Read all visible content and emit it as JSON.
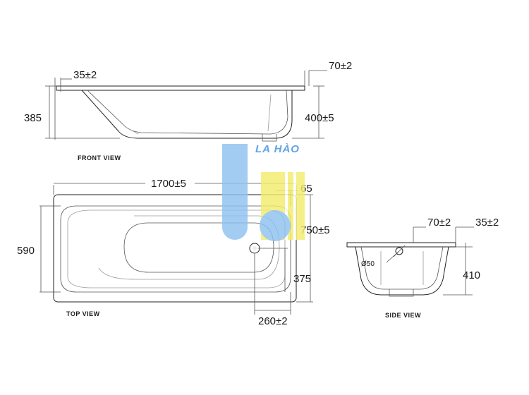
{
  "watermark": {
    "text": "LA HÀO",
    "blue": "#8ec1f0",
    "yellow": "#f3ec6e"
  },
  "front_view": {
    "caption": "FRONT VIEW",
    "rim": "35±2",
    "overflow": "70±2",
    "height_outer": "385",
    "height_total": "400±5"
  },
  "top_view": {
    "caption": "TOP VIEW",
    "length": "1700±5",
    "rim": "65",
    "width": "590",
    "width_total": "750±5",
    "drain_offset": "375",
    "drain_to_end": "260±2"
  },
  "side_view": {
    "caption": "SIDE VIEW",
    "overflow": "70±2",
    "rim": "35±2",
    "height": "410",
    "drain_dia": "Ø50"
  }
}
